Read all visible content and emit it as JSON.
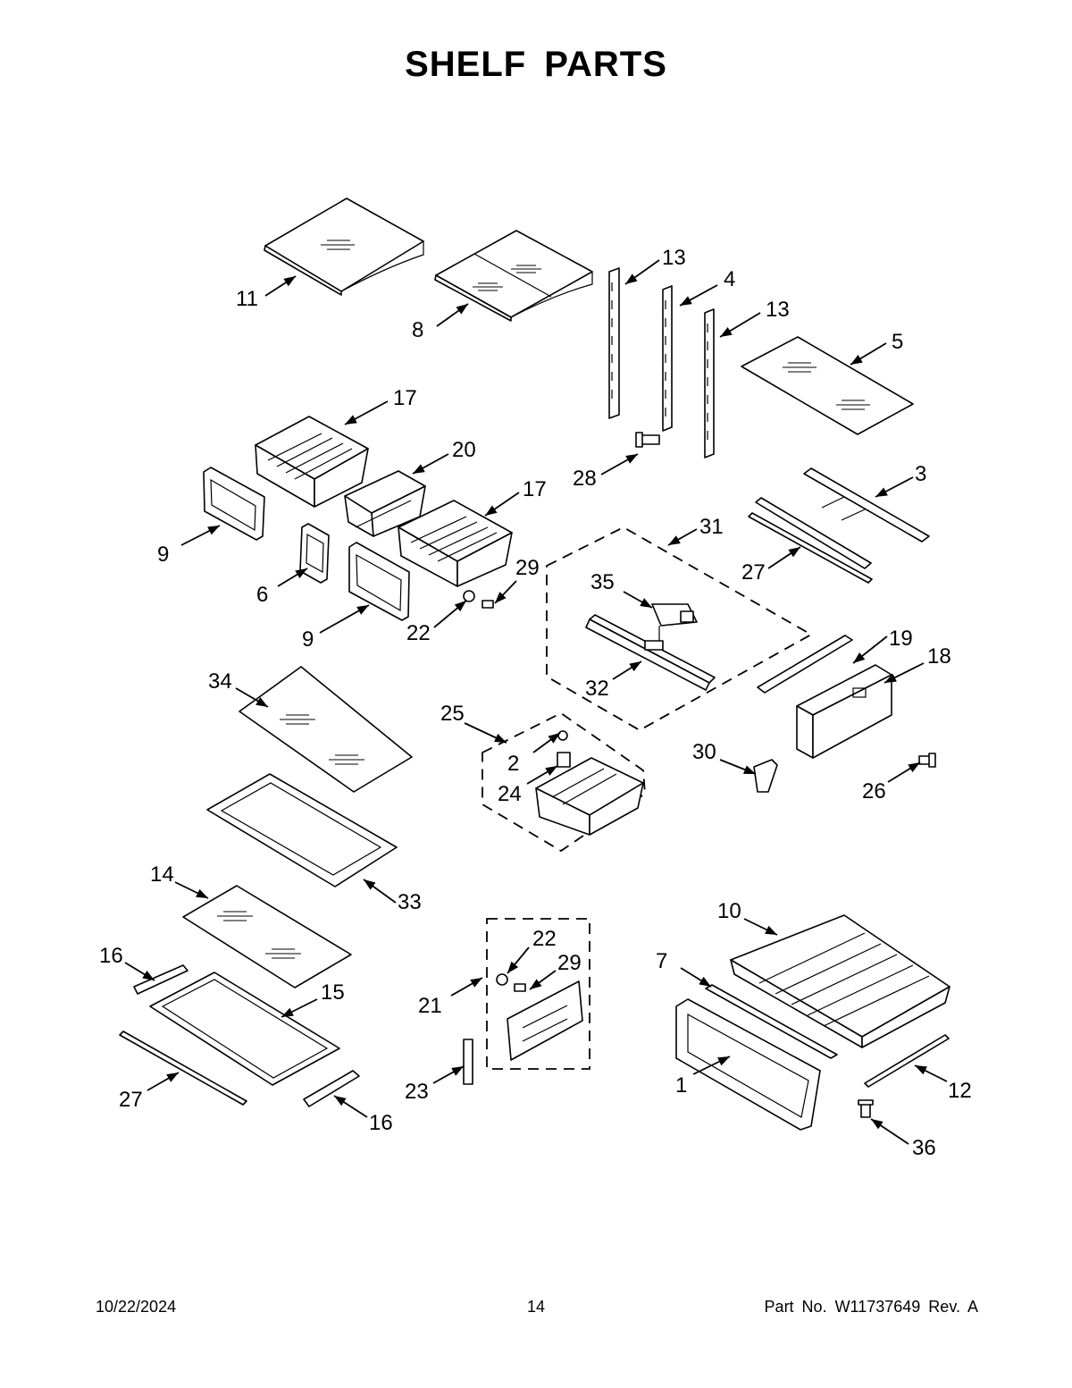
{
  "page": {
    "title": "SHELF  PARTS",
    "footer": {
      "date": "10/22/2024",
      "page_number": "14",
      "part_info": "Part No.  W11737649  Rev.  A"
    }
  },
  "callouts": [
    {
      "id": "c11",
      "label": "11"
    },
    {
      "id": "c8",
      "label": "8"
    },
    {
      "id": "c13a",
      "label": "13"
    },
    {
      "id": "c4",
      "label": "4"
    },
    {
      "id": "c13b",
      "label": "13"
    },
    {
      "id": "c5",
      "label": "5"
    },
    {
      "id": "c17a",
      "label": "17"
    },
    {
      "id": "c20",
      "label": "20"
    },
    {
      "id": "c17b",
      "label": "17"
    },
    {
      "id": "c28",
      "label": "28"
    },
    {
      "id": "c3",
      "label": "3"
    },
    {
      "id": "c31",
      "label": "31"
    },
    {
      "id": "c9a",
      "label": "9"
    },
    {
      "id": "c6",
      "label": "6"
    },
    {
      "id": "c29a",
      "label": "29"
    },
    {
      "id": "c27a",
      "label": "27"
    },
    {
      "id": "c35",
      "label": "35"
    },
    {
      "id": "c9b",
      "label": "9"
    },
    {
      "id": "c22a",
      "label": "22"
    },
    {
      "id": "c19",
      "label": "19"
    },
    {
      "id": "c18",
      "label": "18"
    },
    {
      "id": "c34",
      "label": "34"
    },
    {
      "id": "c32",
      "label": "32"
    },
    {
      "id": "c25",
      "label": "25"
    },
    {
      "id": "c2",
      "label": "2"
    },
    {
      "id": "c30",
      "label": "30"
    },
    {
      "id": "c24",
      "label": "24"
    },
    {
      "id": "c26",
      "label": "26"
    },
    {
      "id": "c33",
      "label": "33"
    },
    {
      "id": "c14",
      "label": "14"
    },
    {
      "id": "c10",
      "label": "10"
    },
    {
      "id": "c22b",
      "label": "22"
    },
    {
      "id": "c16a",
      "label": "16"
    },
    {
      "id": "c7",
      "label": "7"
    },
    {
      "id": "c29b",
      "label": "29"
    },
    {
      "id": "c15",
      "label": "15"
    },
    {
      "id": "c21",
      "label": "21"
    },
    {
      "id": "c27b",
      "label": "27"
    },
    {
      "id": "c23",
      "label": "23"
    },
    {
      "id": "c1",
      "label": "1"
    },
    {
      "id": "c12",
      "label": "12"
    },
    {
      "id": "c16b",
      "label": "16"
    },
    {
      "id": "c36",
      "label": "36"
    }
  ]
}
